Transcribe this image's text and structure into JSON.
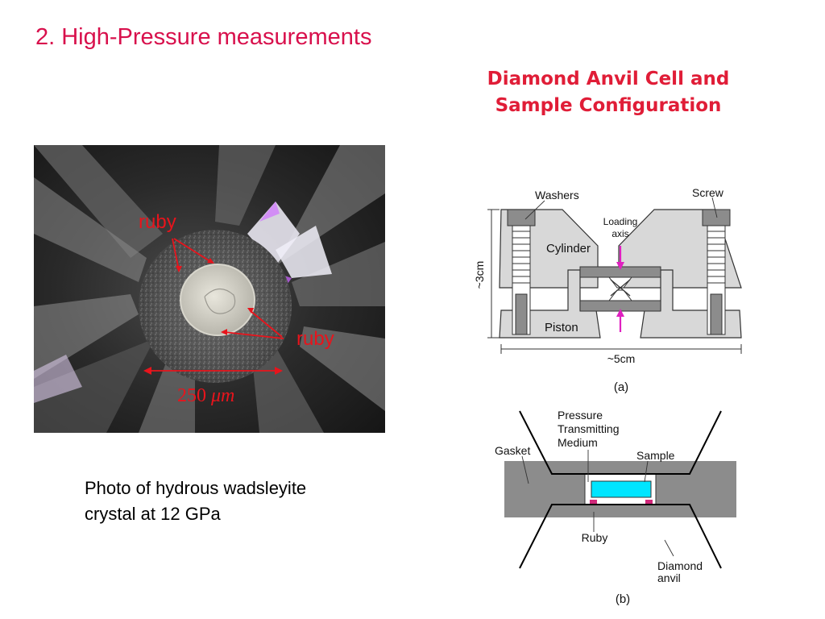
{
  "slide": {
    "title": "2. High-Pressure measurements",
    "dac_title_line1": "Diamond Anvil Cell and",
    "dac_title_line2": "Sample Configuration"
  },
  "photo": {
    "label_ruby_top": "ruby",
    "label_ruby_right": "ruby",
    "scale_value": "250",
    "scale_unit": "μm",
    "caption_line1": "Photo of hydrous wadsleyite",
    "caption_line2": "crystal at 12 GPa"
  },
  "figure_a": {
    "washers": "Washers",
    "screw": "Screw",
    "loading_axis_1": "Loading",
    "loading_axis_2": "axis",
    "cylinder": "Cylinder",
    "piston": "Piston",
    "height": "~3cm",
    "width": "~5cm",
    "panel": "(a)"
  },
  "figure_b": {
    "ptm_1": "Pressure",
    "ptm_2": "Transmitting",
    "ptm_3": "Medium",
    "gasket": "Gasket",
    "sample": "Sample",
    "ruby": "Ruby",
    "diamond_1": "Diamond",
    "diamond_2": "anvil",
    "panel": "(b)"
  },
  "colors": {
    "title": "#d8104c",
    "dac_title": "#e01d37",
    "sample": "#00e5ff",
    "ruby": "#d0287a",
    "arrow_pink": "#e020c0",
    "annotation_red": "#e8141c"
  }
}
